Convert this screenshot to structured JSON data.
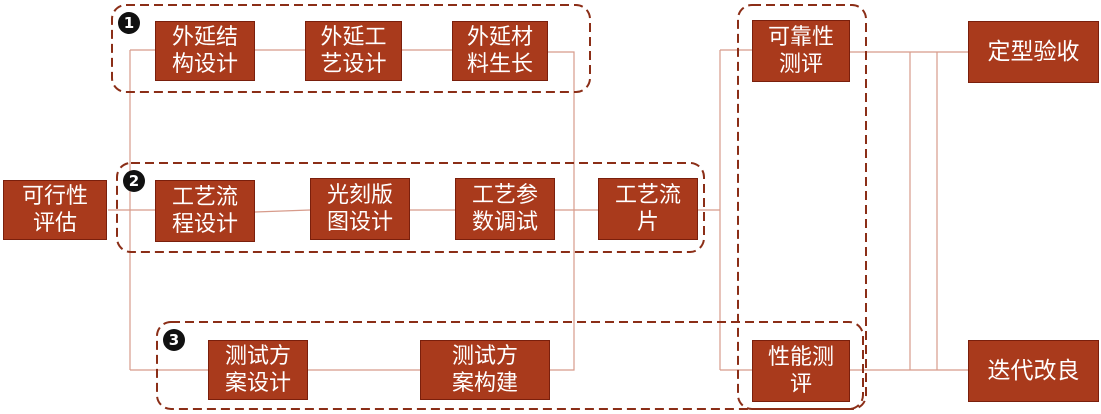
{
  "colors": {
    "box_fill": "#a93a1c",
    "box_border": "#7a1f0c",
    "box_text": "#ffffff",
    "connector": "#d79b8b",
    "group_border": "#8b2e17",
    "badge_fill": "#111111"
  },
  "groups": [
    {
      "id": "g1",
      "badge": "1"
    },
    {
      "id": "g2",
      "badge": "2"
    },
    {
      "id": "g3",
      "badge": "3"
    }
  ],
  "nodes": {
    "feasibility": {
      "line1": "可行性",
      "line2": "评估"
    },
    "epi_structure": {
      "line1": "外延结",
      "line2": "构设计"
    },
    "epi_process": {
      "line1": "外延工",
      "line2": "艺设计"
    },
    "epi_growth": {
      "line1": "外延材",
      "line2": "料生长"
    },
    "process_flow": {
      "line1": "工艺流",
      "line2": "程设计"
    },
    "litho_layout": {
      "line1": "光刻版",
      "line2": "图设计"
    },
    "param_tuning": {
      "line1": "工艺参",
      "line2": "数调试"
    },
    "tapeout": {
      "line1": "工艺流",
      "line2": "片"
    },
    "test_plan": {
      "line1": "测试方",
      "line2": "案设计"
    },
    "test_build": {
      "line1": "测试方",
      "line2": "案构建"
    },
    "reliability": {
      "line1": "可靠性",
      "line2": "测评"
    },
    "performance": {
      "line1": "性能测",
      "line2": "评"
    },
    "finalize": {
      "label": "定型验收"
    },
    "iterate": {
      "label": "迭代改良"
    }
  }
}
